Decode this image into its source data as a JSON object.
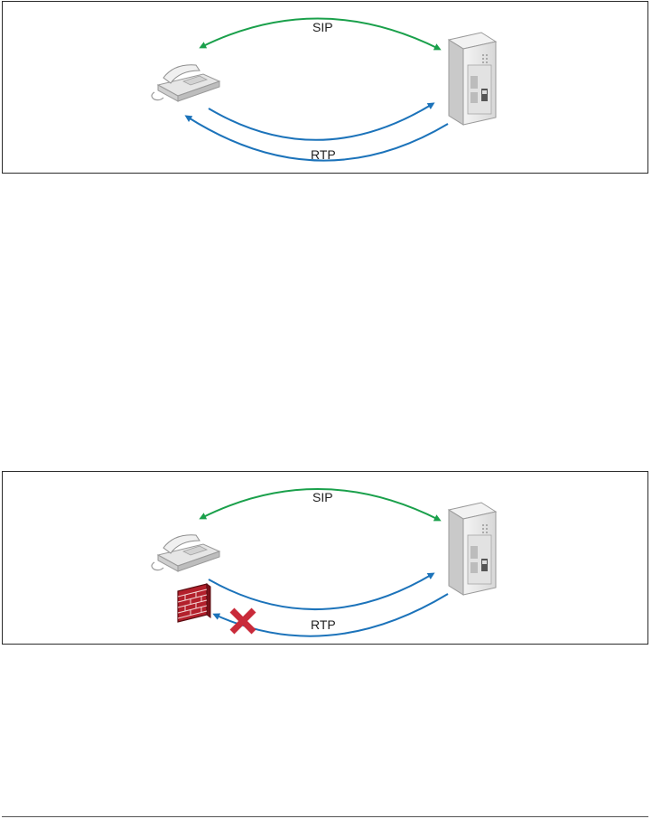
{
  "figure_1": {
    "protocols": {
      "signaling": "SIP",
      "media": "RTP"
    },
    "colors": {
      "signaling": "#1aa04b",
      "media": "#1c73ba"
    },
    "nodes": [
      "phone-icon",
      "server-cabinet-icon"
    ]
  },
  "figure_2": {
    "protocols": {
      "signaling": "SIP",
      "media": "RTP"
    },
    "colors": {
      "signaling": "#1aa04b",
      "media": "#1c73ba",
      "blocked": "#c92a3a"
    },
    "nodes": [
      "phone-icon",
      "server-cabinet-icon",
      "firewall-icon",
      "blocked-x-icon"
    ]
  }
}
